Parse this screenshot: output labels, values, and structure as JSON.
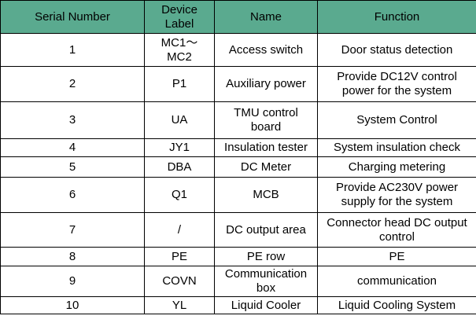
{
  "table": {
    "header_bg": "#5aaa8f",
    "headers": [
      "Serial Number",
      "Device\nLabel",
      "Name",
      "Function"
    ],
    "rows": [
      {
        "serial": "1",
        "label": "MC1～\nMC2",
        "name": "Access switch",
        "function": "Door status detection"
      },
      {
        "serial": "2",
        "label": "P1",
        "name": "Auxiliary power",
        "function": "Provide DC12V control\npower for the system"
      },
      {
        "serial": "3",
        "label": "UA",
        "name": "TMU control\nboard",
        "function": "System Control"
      },
      {
        "serial": "4",
        "label": "JY1",
        "name": "Insulation tester",
        "function": "System insulation check"
      },
      {
        "serial": "5",
        "label": "DBA",
        "name": "DC Meter",
        "function": "Charging metering"
      },
      {
        "serial": "6",
        "label": "Q1",
        "name": "MCB",
        "function": "Provide AC230V power\nsupply for the system"
      },
      {
        "serial": "7",
        "label": "/",
        "name": "DC output area",
        "function": "Connector head DC output\ncontrol"
      },
      {
        "serial": "8",
        "label": "PE",
        "name": "PE row",
        "function": "PE"
      },
      {
        "serial": "9",
        "label": "COVN",
        "name": "Communication\nbox",
        "function": "communication"
      },
      {
        "serial": "10",
        "label": "YL",
        "name": "Liquid Cooler",
        "function": "Liquid Cooling System"
      }
    ]
  }
}
